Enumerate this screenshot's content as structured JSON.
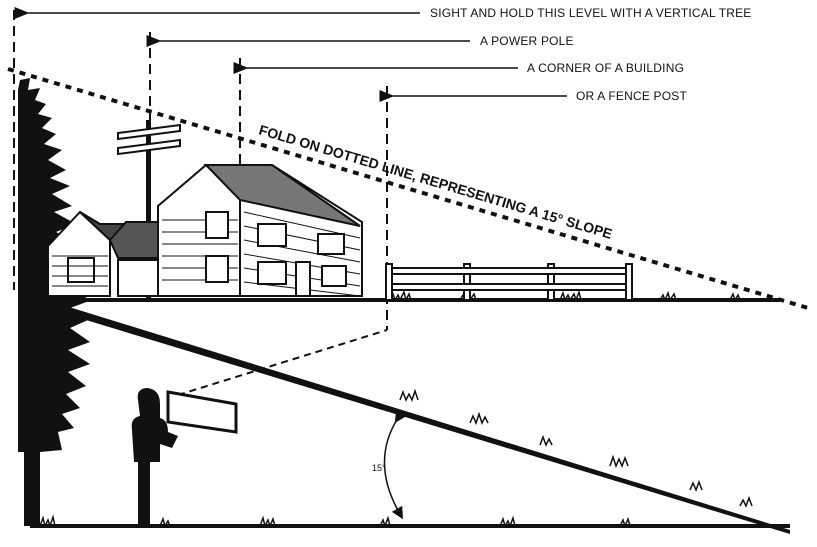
{
  "labels": {
    "tree_level": "SIGHT AND HOLD THIS LEVEL WITH A VERTICAL TREE",
    "power_pole": "A POWER POLE",
    "building_corner": "A CORNER OF A BUILDING",
    "fence_post": "OR A FENCE POST",
    "fold_line": "FOLD ON DOTTED LINE, REPRESENTING A 15° SLOPE",
    "angle": "15°"
  },
  "icons": [
    "tree-icon",
    "house-icon",
    "power-pole-icon",
    "fence-icon",
    "person-icon",
    "sighting-card-icon"
  ]
}
